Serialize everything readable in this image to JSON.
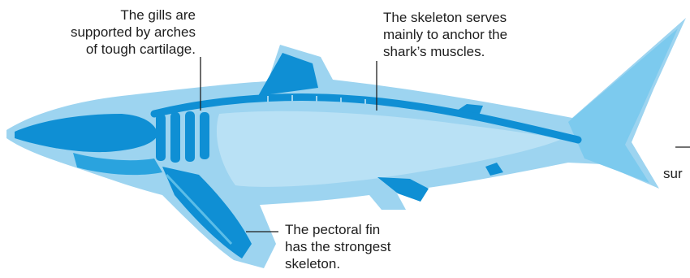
{
  "annotations": {
    "gills": "The gills are\nsupported by arches\nof tough cartilage.",
    "skeleton": "The skeleton serves\nmainly to anchor the\nshark’s muscles.",
    "pectoral_fin": "The pectoral fin\nhas the strongest\nskeleton.",
    "clipped_right": "sur"
  },
  "colors": {
    "body_light": "#9dd4f0",
    "body_mid": "#5bbde8",
    "skeleton_dark": "#0f8fd4",
    "leader_line": "#1e1e1e"
  }
}
